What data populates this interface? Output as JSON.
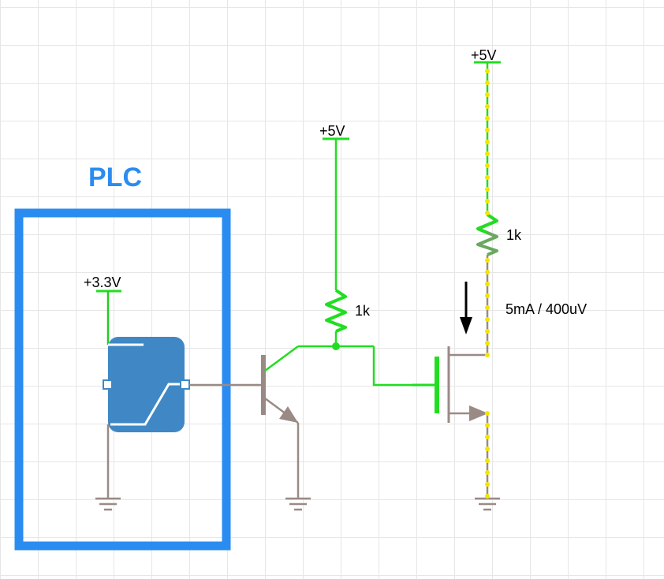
{
  "plc": {
    "title": "PLC",
    "supply_label": "+3.3V"
  },
  "transistor_stage": {
    "supply_label": "+5V",
    "resistor_label": "1k"
  },
  "mosfet_stage": {
    "supply_label": "+5V",
    "resistor_label": "1k",
    "current_label": "5mA / 400uV"
  },
  "colors": {
    "plc_frame": "#2a8cf0",
    "switch_body": "#3f88c5",
    "active_wire": "#22dd22",
    "inactive_wire": "#9a8a86",
    "current_dots": "#f2e600",
    "resistor_dim": "#6aa860"
  }
}
